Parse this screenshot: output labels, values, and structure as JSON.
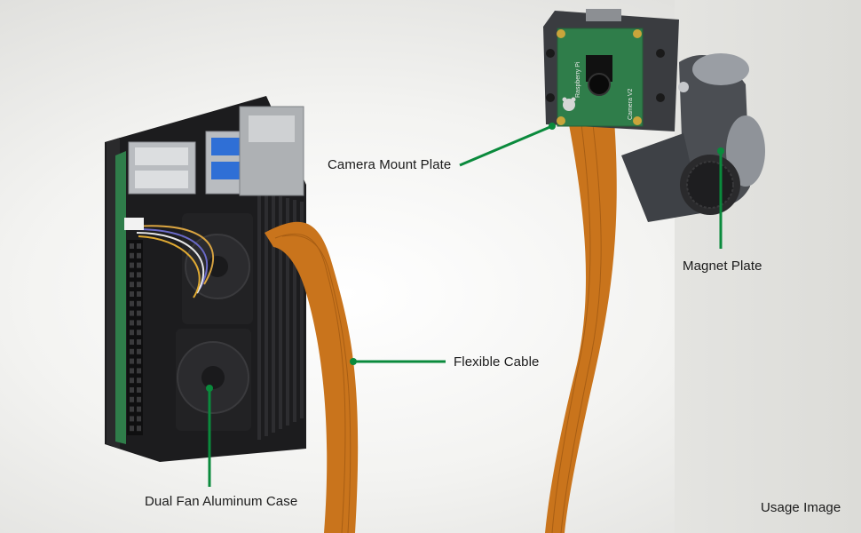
{
  "labels": {
    "camera_mount_plate": "Camera Mount Plate",
    "magnet_plate": "Magnet Plate",
    "flexible_cable": "Flexible Cable",
    "dual_fan_case": "Dual Fan Aluminum Case",
    "usage_image": "Usage Image"
  },
  "camera_board": {
    "brand": "Raspberry Pi",
    "model": "Camera V2"
  },
  "colors": {
    "callout_green": "#0a8a3c",
    "cable_orange": "#c9741c",
    "case_black": "#1c1c1e",
    "pcb_green": "#2f7d4a"
  }
}
